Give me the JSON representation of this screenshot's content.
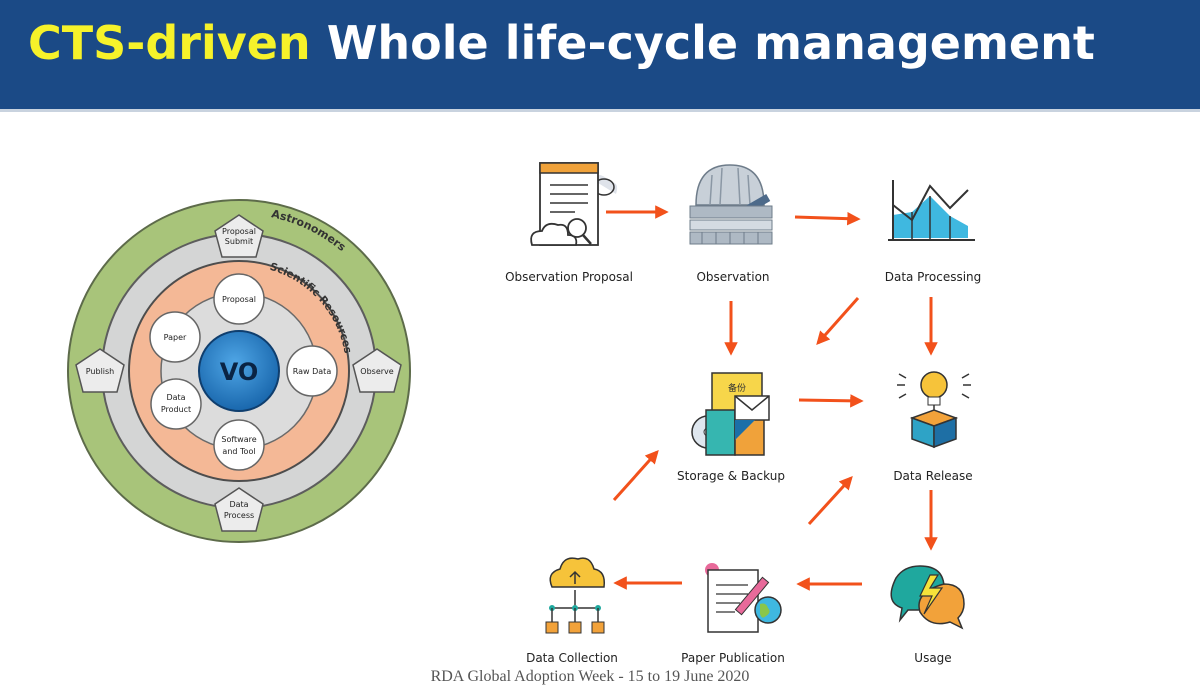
{
  "header": {
    "title_highlight": "CTS-driven",
    "title_rest": "Whole life-cycle management"
  },
  "vo_diagram": {
    "center": "VO",
    "outer_ring_label": "Astronomers",
    "inner_ring_label": "Scientific Resources",
    "outer_nodes": {
      "top_line1": "Proposal",
      "top_line2": "Submit",
      "left": "Publish",
      "right": "Observe",
      "bottom_line1": "Data",
      "bottom_line2": "Process"
    },
    "inner_nodes": {
      "proposal": "Proposal",
      "paper": "Paper",
      "raw_data": "Raw Data",
      "data_product_line1": "Data",
      "data_product_line2": "Product",
      "software_line1": "Software",
      "software_line2": "and Tool"
    }
  },
  "lifecycle": {
    "observation_proposal": "Observation Proposal",
    "observation": "Observation",
    "data_processing": "Data Processing",
    "storage_backup": "Storage & Backup",
    "data_release": "Data Release",
    "data_collection": "Data Collection",
    "paper_publication": "Paper Publication",
    "usage": "Usage",
    "storage_icon_text": "备份"
  },
  "footer": "RDA Global Adoption Week - 15 to 19 June 2020",
  "colors": {
    "header_bg": "#1b4a86",
    "title_highlight": "#f6f22a",
    "arrow": "#f2511b",
    "outer_ring": "#a8c47a",
    "inner_ring": "#f4b896",
    "vo_center": "#1d79c6"
  }
}
